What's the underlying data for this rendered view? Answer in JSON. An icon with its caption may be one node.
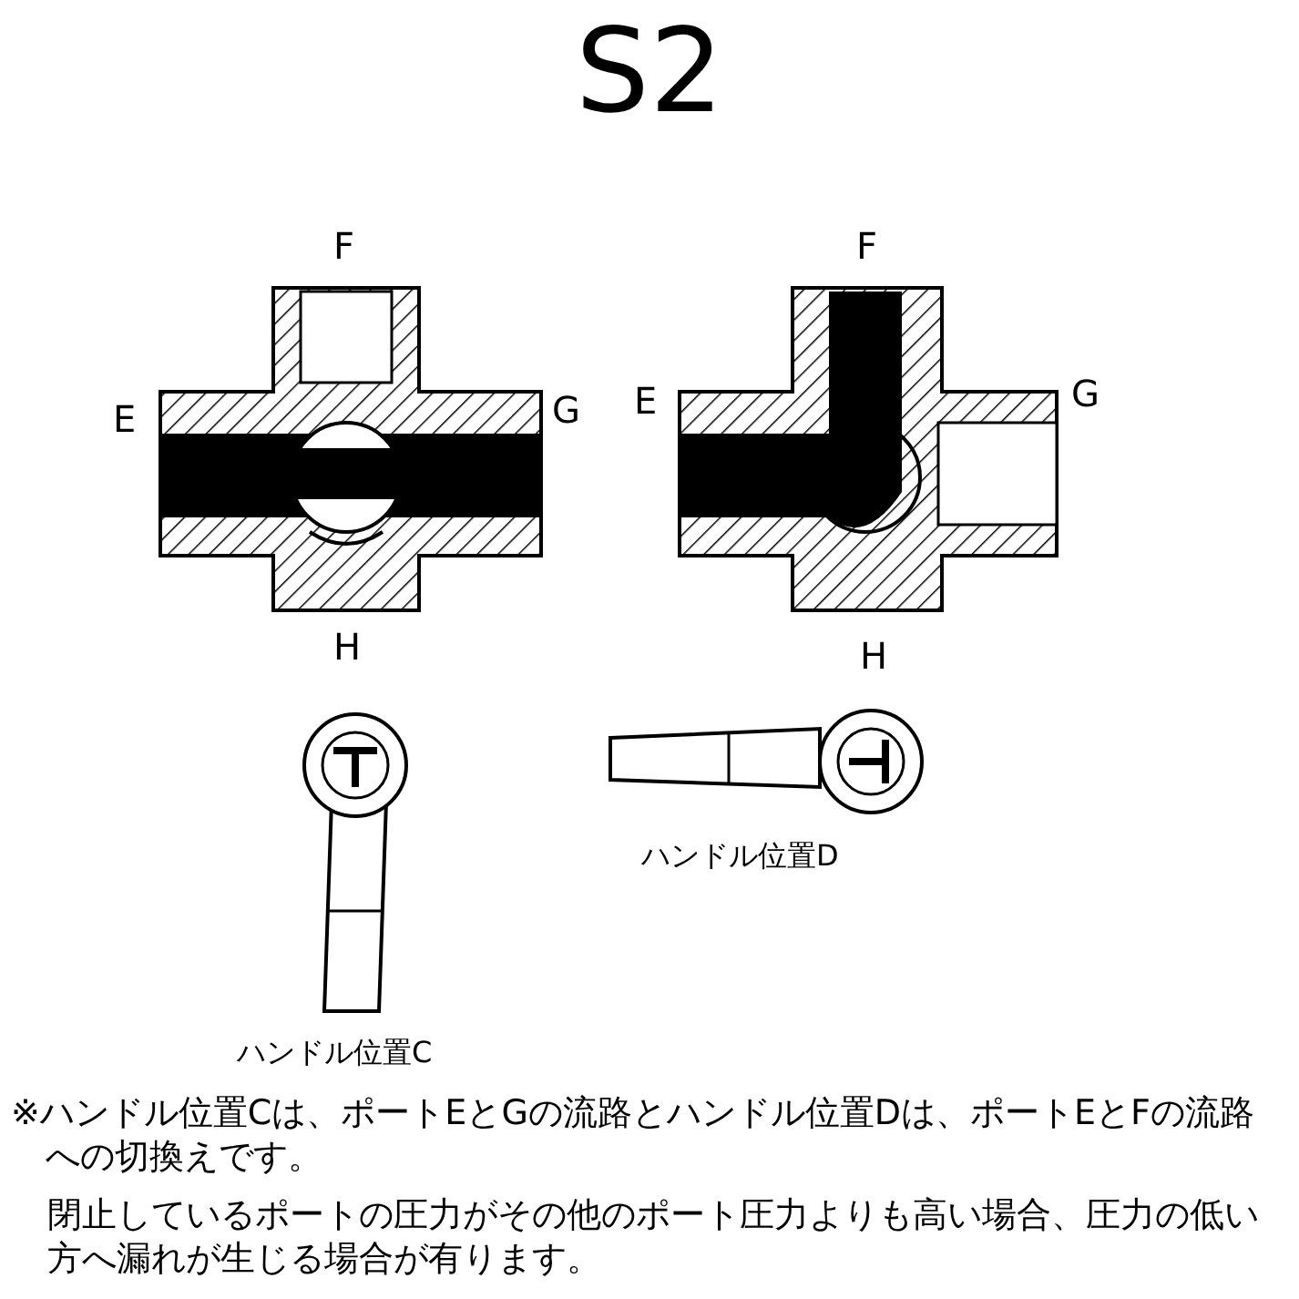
{
  "diagram": {
    "title": "S2",
    "labels": [
      "F",
      "F",
      "E",
      "G",
      "E",
      "G",
      "H",
      "H",
      "ハンドル位置D",
      "ハンドル位置C",
      "※ハンドル位置Cは、ポートEとGの流路とハンドル位置Dは、ポートEとFの流路への切換えです。",
      "閉止しているポートの圧力がその他のポート圧力よりも高い場合、圧力の低い方へ漏れが生じる場合が有ります。"
    ]
  }
}
